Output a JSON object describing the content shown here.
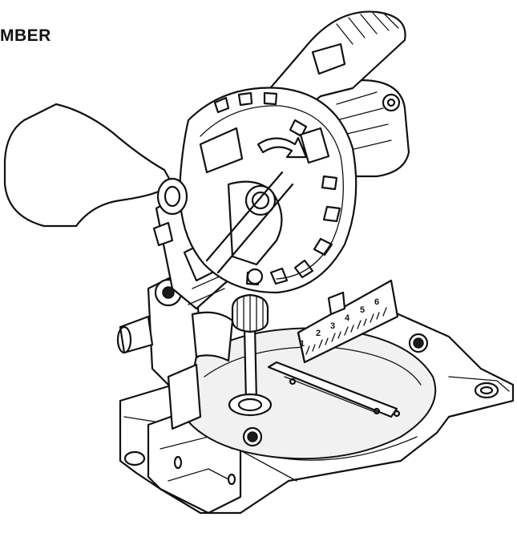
{
  "heading": "MBER",
  "scale_numbers": [
    "1",
    "2",
    "3",
    "4",
    "5",
    "6"
  ],
  "colors": {
    "line": "#111111",
    "paper": "#ffffff"
  }
}
